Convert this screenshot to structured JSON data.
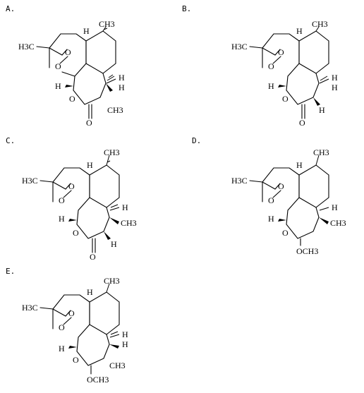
{
  "panels": [
    {
      "label": "A.",
      "atoms": {
        "h3c": "H3C",
        "h_top": "H",
        "ch3_top": "CH3",
        "o1": "O",
        "o2": "O",
        "h_left": "H",
        "h_r1": "H",
        "h_r2": "H",
        "o_ring": "O",
        "ch3_bot": "CH3",
        "o_carbonyl": "O"
      }
    },
    {
      "label": "B.",
      "atoms": {
        "h3c": "H3C",
        "h_top": "H",
        "ch3_top": "CH3",
        "o1": "O",
        "o2": "O",
        "h_left": "H",
        "h_r1": "H",
        "h_r2": "H",
        "o_ring": "O",
        "h_bot": "H",
        "o_carbonyl": "O"
      }
    },
    {
      "label": "C.",
      "atoms": {
        "h3c": "H3C",
        "h_top": "H",
        "ch3_top": "CH3",
        "o1": "O",
        "o2": "O",
        "h_left": "H",
        "h_r1": "H",
        "ch3_r": "CH3",
        "o_ring": "O",
        "h_bot": "H",
        "o_carbonyl": "O"
      }
    },
    {
      "label": "D.",
      "atoms": {
        "h3c": "H3C",
        "h_top": "H",
        "ch3_top": "CH3",
        "o1": "O",
        "o2": "O",
        "h_left": "H",
        "h_r1": "H",
        "ch3_r": "CH3",
        "o_ring": "O",
        "och3": "OCH3"
      }
    },
    {
      "label": "E.",
      "atoms": {
        "h3c": "H3C",
        "h_top": "H",
        "ch3_top": "CH3",
        "o1": "O",
        "o2": "O",
        "h_left": "H",
        "h_r1": "H",
        "h_r2": "H",
        "o_ring": "O",
        "ch3_r": "CH3",
        "och3": "OCH3"
      }
    }
  ]
}
